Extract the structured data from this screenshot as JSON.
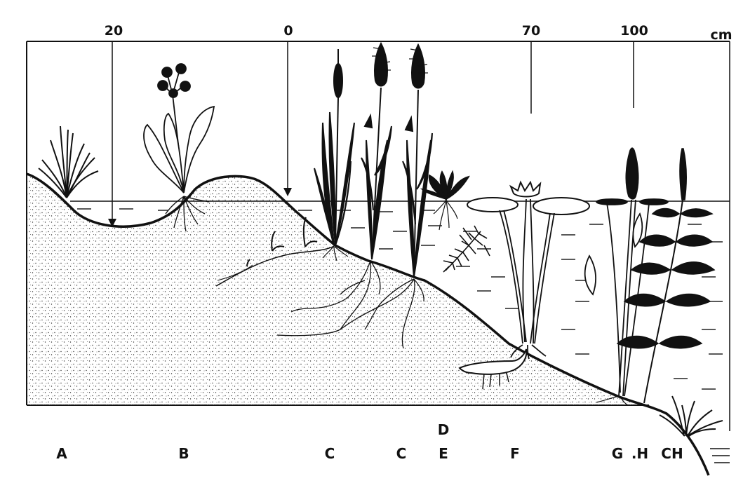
{
  "scale": {
    "ticks": [
      "20",
      "0",
      "70",
      "100"
    ],
    "unit": "cm"
  },
  "zones": {
    "a": "A",
    "b": "B",
    "c1": "C",
    "c2": "C",
    "d": "D",
    "e": "E",
    "f": "F",
    "g": "G",
    "h": ".H",
    "ch": "CH"
  },
  "colors": {
    "ink": "#111111",
    "paper": "#ffffff"
  }
}
